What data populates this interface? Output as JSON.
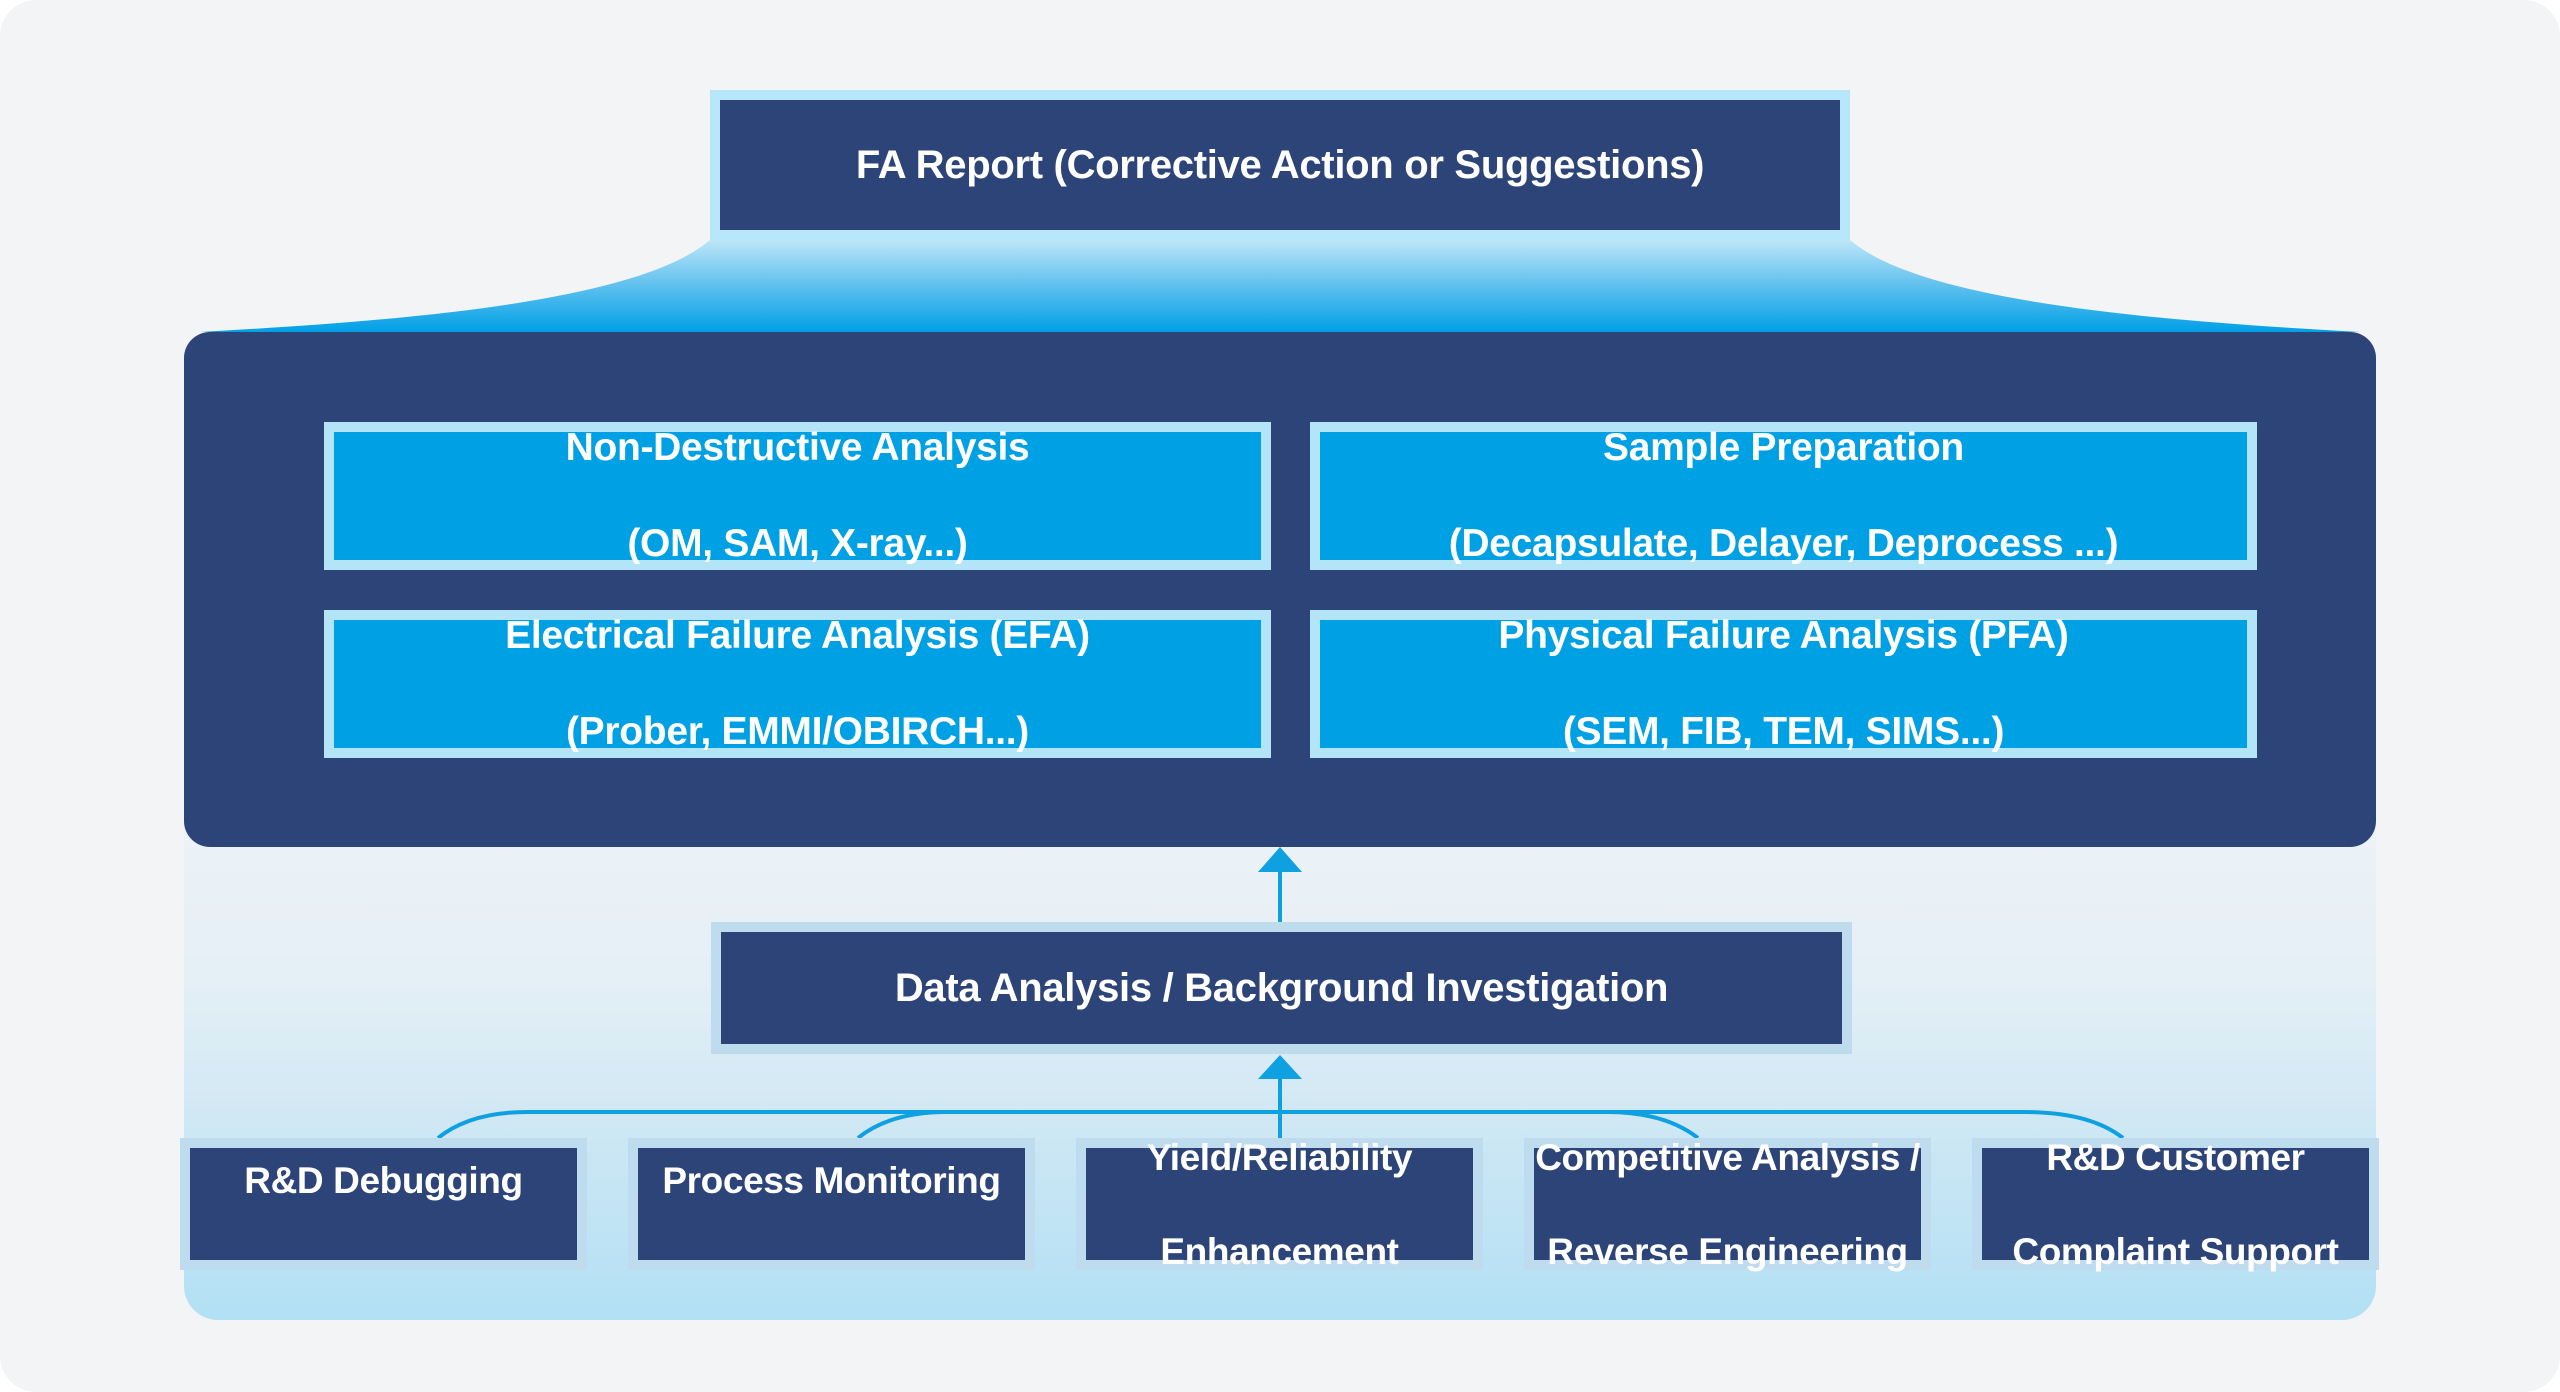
{
  "colors": {
    "navy": "#2D4478",
    "bright_blue": "#00A0E4",
    "light_border": "#B7E7FB",
    "soft_border": "#BFDCEF",
    "connector": "#0FA0E2",
    "page_bg": "#F2F4F6"
  },
  "report": {
    "label": "FA Report (Corrective Action or Suggestions)"
  },
  "methods": [
    {
      "title": "Non-Destructive Analysis",
      "detail": "(OM, SAM, X-ray...)"
    },
    {
      "title": "Sample Preparation",
      "detail": "(Decapsulate, Delayer, Deprocess ...)"
    },
    {
      "title": "Electrical Failure Analysis (EFA)",
      "detail": "(Prober, EMMI/OBIRCH...)"
    },
    {
      "title": "Physical Failure Analysis (PFA)",
      "detail": "(SEM, FIB, TEM, SIMS...)"
    }
  ],
  "investigation": {
    "label": "Data Analysis / Background Investigation"
  },
  "sources": [
    {
      "line1": "R&D Debugging",
      "line2": ""
    },
    {
      "line1": "Process Monitoring",
      "line2": ""
    },
    {
      "line1": "Yield/Reliability",
      "line2": "Enhancement"
    },
    {
      "line1": "Competitive Analysis /",
      "line2": "Reverse Engineering"
    },
    {
      "line1": "R&D Customer",
      "line2": "Complaint Support"
    }
  ],
  "arrows": [
    {
      "from": "investigation",
      "to": "methods",
      "icon": "arrow-up-icon"
    },
    {
      "from": "sources",
      "to": "investigation",
      "icon": "arrow-up-icon"
    }
  ]
}
